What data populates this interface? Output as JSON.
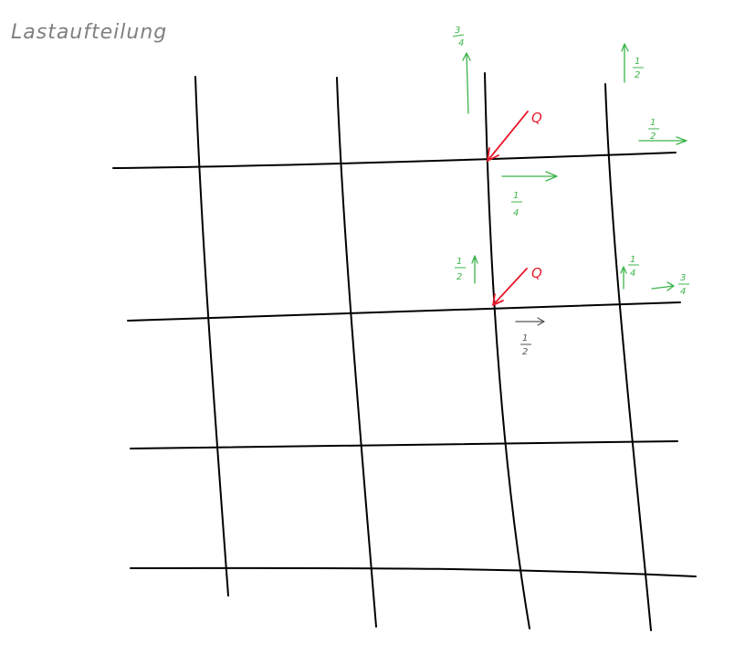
{
  "title": "Lastaufteilung",
  "colors": {
    "ink": "#000000",
    "load": "#e8192c",
    "share": "#3cb44b",
    "note": "#555555",
    "title": "#808080"
  },
  "loads": [
    {
      "label": "Q"
    },
    {
      "label": "Q"
    }
  ],
  "fractions": [
    {
      "num": "3",
      "den": "4"
    },
    {
      "num": "1",
      "den": "2"
    },
    {
      "num": "1",
      "den": "2"
    },
    {
      "num": "1",
      "den": "4"
    },
    {
      "num": "1",
      "den": "2"
    },
    {
      "num": "1",
      "den": "4"
    },
    {
      "num": "3",
      "den": "4"
    },
    {
      "num": "1",
      "den": "2"
    }
  ]
}
